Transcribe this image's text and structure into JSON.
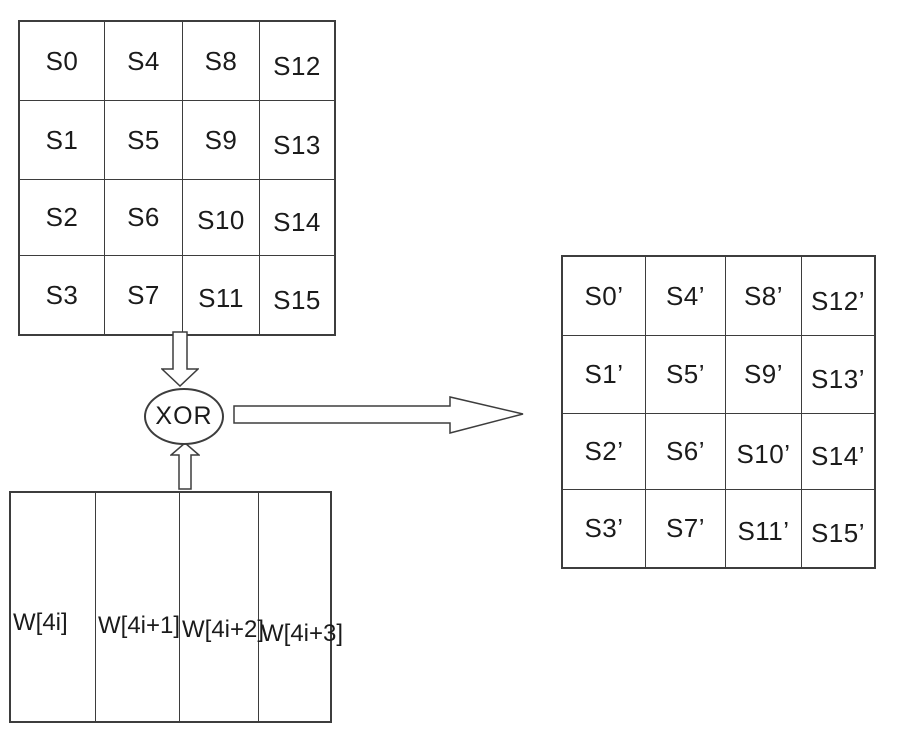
{
  "colors": {
    "background": "#ffffff",
    "line": "#3d3d3d",
    "text": "#1b1b1b"
  },
  "operator": {
    "label": "XOR"
  },
  "state_in": {
    "rows": [
      [
        "S0",
        "S4",
        "S8",
        "S12"
      ],
      [
        "S1",
        "S5",
        "S9",
        "S13"
      ],
      [
        "S2",
        "S6",
        "S10",
        "S14"
      ],
      [
        "S3",
        "S7",
        "S11",
        "S15"
      ]
    ]
  },
  "state_out": {
    "rows": [
      [
        "S0’",
        "S4’",
        "S8’",
        "S12’"
      ],
      [
        "S1’",
        "S5’",
        "S9’",
        "S13’"
      ],
      [
        "S2’",
        "S6’",
        "S10’",
        "S14’"
      ],
      [
        "S3’",
        "S7’",
        "S11’",
        "S15’"
      ]
    ]
  },
  "round_key": {
    "columns": [
      "W[4i]",
      "W[4i+1]",
      "W[4i+2]",
      "W[4i+3]"
    ]
  },
  "icons": {
    "down_arrow": "down-arrow",
    "up_arrow": "up-arrow",
    "right_arrow": "right-arrow"
  }
}
